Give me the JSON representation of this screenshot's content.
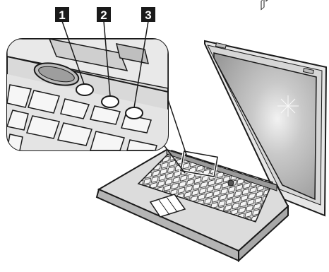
{
  "callouts": [
    {
      "number": "1"
    },
    {
      "number": "2"
    },
    {
      "number": "3"
    }
  ],
  "colors": {
    "ink": "#1a1a1a",
    "callout_box": "#1a1a1a",
    "callout_text": "#ffffff",
    "zoom_fill": "#d9d9d9",
    "screen_fill": "#bfbfbf",
    "body_fill": "#d4d4d4",
    "key_fill": "#9a9a9a",
    "button_fill": "#ffffff"
  }
}
